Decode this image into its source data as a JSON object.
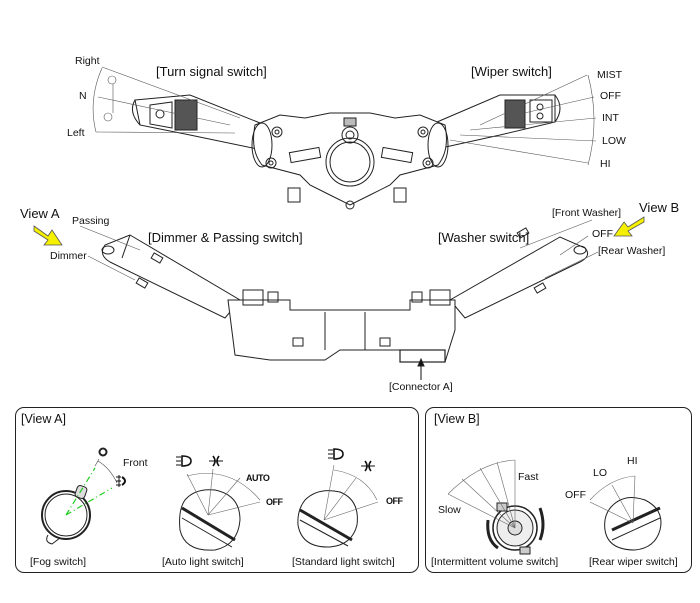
{
  "top_assembly": {
    "turn_signal": {
      "title": "[Turn signal switch]",
      "positions": [
        "Right",
        "N",
        "Left"
      ]
    },
    "wiper": {
      "title": "[Wiper switch]",
      "positions": [
        "MIST",
        "OFF",
        "INT",
        "LOW",
        "HI"
      ]
    }
  },
  "middle_assembly": {
    "view_a_arrow": "View A",
    "view_b_arrow": "View B",
    "dimmer": {
      "title": "[Dimmer & Passing switch]",
      "positions": [
        "Passing",
        "Dimmer"
      ]
    },
    "washer": {
      "title": "[Washer switch]",
      "positions": [
        "[Front Washer]",
        "OFF",
        "[Rear Washer]"
      ]
    },
    "connector": "[Connector A]"
  },
  "view_a": {
    "title": "[View A]",
    "fog": {
      "caption": "[Fog switch]",
      "label": "Front",
      "icons": [
        "off-circle-icon",
        "front-fog-lamp-icon"
      ]
    },
    "auto_light": {
      "caption": "[Auto light switch]",
      "labels": [
        "AUTO",
        "OFF"
      ],
      "icons": [
        "headlamp-icon",
        "tail-lamp-icon"
      ]
    },
    "standard_light": {
      "caption": "[Standard light switch]",
      "labels": [
        "OFF"
      ],
      "icons": [
        "headlamp-icon",
        "tail-lamp-icon"
      ]
    }
  },
  "view_b": {
    "title": "[View B]",
    "intermittent": {
      "caption": "[Intermittent volume switch]",
      "labels": [
        "Fast",
        "Slow"
      ]
    },
    "rear_wiper": {
      "caption": "[Rear wiper switch]",
      "labels": [
        "HI",
        "LO",
        "OFF"
      ]
    }
  },
  "colors": {
    "arrow_fill": "#f5f000",
    "guide_line": "#22cc22",
    "ink": "#111111"
  }
}
